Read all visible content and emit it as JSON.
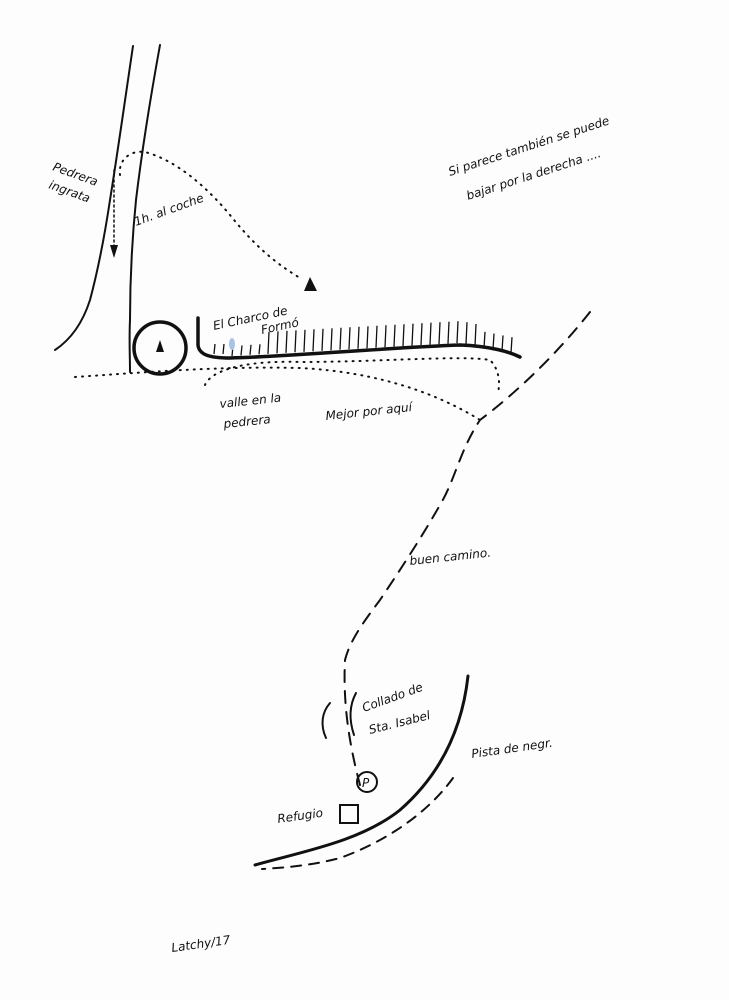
{
  "map": {
    "colors": {
      "ink": "#111111",
      "paper": "#fdfdfd",
      "blue_mark": "#a9c3e6"
    },
    "labels": {
      "pedrera_line1": "Pedrera",
      "pedrera_line2": "ingrata",
      "time_to_car": "1h. al coche",
      "right_side_note_line1": "Si parece también se puede",
      "right_side_note_line2": "bajar por la derecha ....",
      "charco_line1": "El Charco de",
      "charco_line2": "Formó",
      "valle_line1": "valle en la",
      "valle_line2": "pedrera",
      "mejor": "Mejor por aquí",
      "buen_camino": "buen camino.",
      "collado_line1": "Collado de",
      "collado_line2": "Sta. Isabel",
      "pista": "Pista de negr.",
      "refugio": "Refugio",
      "parking": "P",
      "signature": "Latchy/17"
    },
    "icons": [
      "peak-triangle-icon",
      "boulder-circle-icon",
      "parking-icon",
      "refugio-square-icon",
      "down-arrow-icon"
    ]
  }
}
